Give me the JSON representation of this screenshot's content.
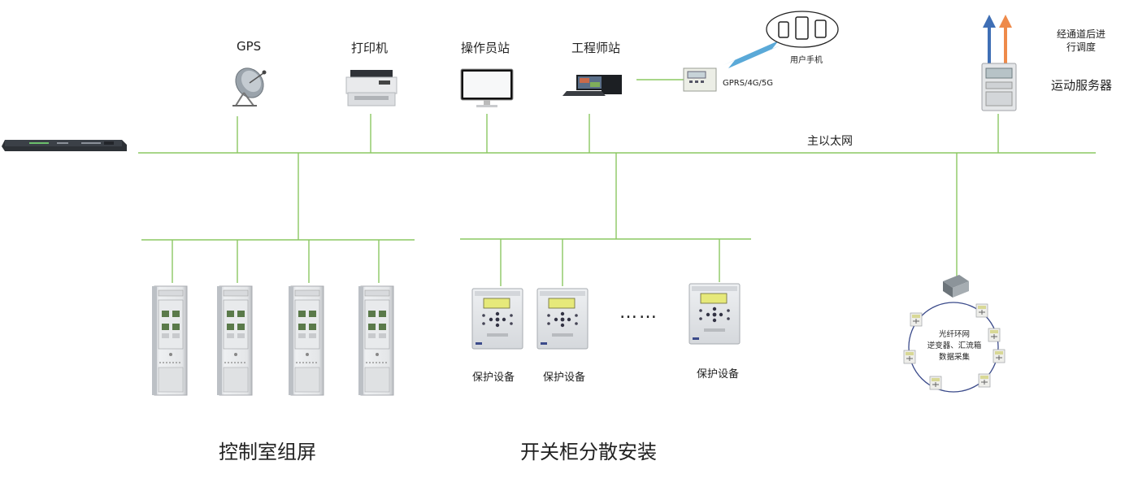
{
  "labels": {
    "gps": "GPS",
    "printer": "打印机",
    "operator_station": "操作员站",
    "engineer_station": "工程师站",
    "user_phone": "用户手机",
    "gprs": "GPRS/4G/5G",
    "dispatch_note": [
      "经通道后进",
      "行调度"
    ],
    "ops_server": "运动服务器",
    "main_ethernet": "主以太网",
    "protection_device": "保护设备",
    "ellipsis": "……",
    "ring": [
      "光纤环网",
      "逆变器、汇流箱",
      "数据采集"
    ],
    "control_room": "控制室组屏",
    "switchgear": "开关柜分散安装"
  },
  "colors": {
    "bus_line": "#8cc862",
    "arrow_up_blue": "#3f6fb5",
    "arrow_up_orange": "#ee8a4a",
    "wireless_link": "#5aa9d8",
    "ring_line": "#3a4a8a"
  },
  "icons": {
    "top_devices": [
      "satellite-dish-icon",
      "printer-icon",
      "monitor-icon",
      "workstation-icon"
    ],
    "rack": "rack-server-icon",
    "cabinets": "control-cabinet-icon",
    "protection": "protection-relay-icon",
    "ring_node": "ring-node-icon"
  }
}
